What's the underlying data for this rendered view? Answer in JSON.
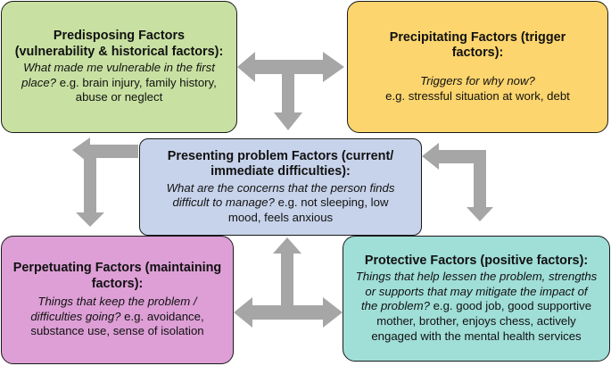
{
  "colors": {
    "predisposing": "#c8e1a2",
    "precipitating": "#fcd56e",
    "presenting": "#c7d3ea",
    "perpetuating": "#dd9fd6",
    "protective": "#a0ded8",
    "arrow": "#a6a6a6"
  },
  "predisposing": {
    "title_l1": "Predisposing Factors",
    "title_l2": "(vulnerability & historical factors):",
    "desc_q1": "What made me vulnerable in the first",
    "desc_q2": "place?",
    "desc_ex1": " e.g. brain injury, family history,",
    "desc_ex2": "abuse or neglect"
  },
  "precipitating": {
    "title_l1": "Precipitating Factors (trigger",
    "title_l2": "factors):",
    "desc_q1": "Triggers for why now?",
    "desc_ex1": "e.g. stressful situation at work, debt"
  },
  "presenting": {
    "title_l1": "Presenting problem Factors (current/",
    "title_l2": "immediate difficulties):",
    "desc_q1": "What are the concerns that the person finds",
    "desc_q2": "difficult to manage?",
    "desc_ex1": " e.g. not sleeping, low",
    "desc_ex2": "mood, feels anxious"
  },
  "perpetuating": {
    "title_l1": "Perpetuating Factors (maintaining",
    "title_l2": "factors):",
    "desc_q1": "Things that keep the problem /",
    "desc_q2": "difficulties going?",
    "desc_ex1": " e.g. avoidance,",
    "desc_ex2": "substance use, sense of isolation"
  },
  "protective": {
    "title_l1": "Protective Factors (positive factors):",
    "desc_q1": "Things that help lessen the problem, strengths",
    "desc_q2": "or supports that may mitigate the impact of",
    "desc_q3": "the problem?",
    "desc_ex1": " e.g. good job, good supportive",
    "desc_ex2": "mother, brother, enjoys chess, actively",
    "desc_ex3": "engaged with the mental health services"
  }
}
